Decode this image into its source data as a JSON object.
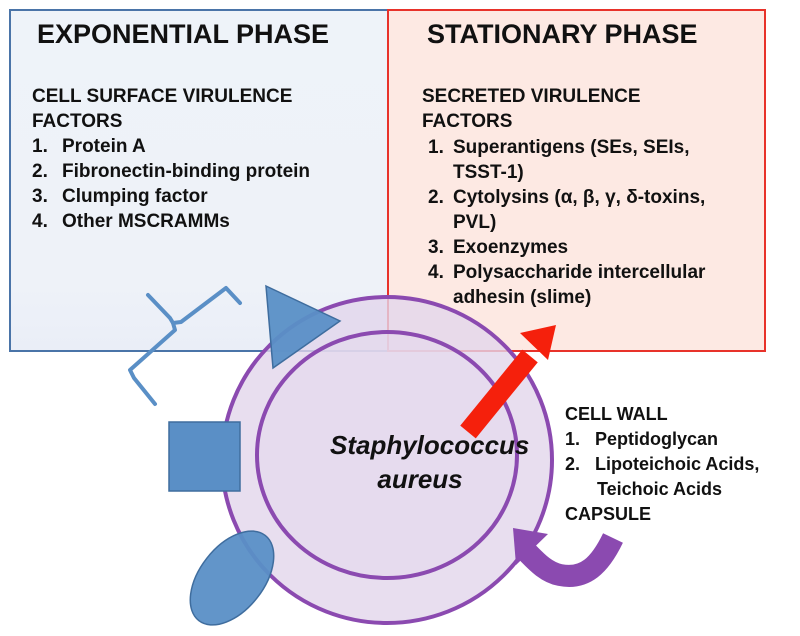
{
  "colors": {
    "exponential_border": "#4a74a8",
    "stationary_border": "#e8322a",
    "cell_membrane": "#8b4ab0",
    "cell_fill": "#e2d6eb",
    "surface_shapes": "#5a8fc6",
    "secreted_arrow": "#f5200c",
    "capsule_arrow": "#8b4ab0"
  },
  "exponential": {
    "title": "EXPONENTIAL PHASE",
    "subtitle_line1": "CELL SURFACE VIRULENCE",
    "subtitle_line2": "FACTORS",
    "items": [
      {
        "num": "1.",
        "text": "Protein A"
      },
      {
        "num": "2.",
        "text": "Fibronectin-binding protein"
      },
      {
        "num": "3.",
        "text": "Clumping factor"
      },
      {
        "num": "4.",
        "text": "Other MSCRAMMs"
      }
    ]
  },
  "stationary": {
    "title": "STATIONARY PHASE",
    "subtitle_line1": "SECRETED VIRULENCE",
    "subtitle_line2": "FACTORS",
    "items": [
      {
        "num": "1.",
        "text": "Superantigens (SEs, SEIs,",
        "cont": "TSST-1)"
      },
      {
        "num": "2.",
        "text": "Cytolysins (α, β, γ, δ-toxins,",
        "cont": "PVL)"
      },
      {
        "num": "3.",
        "text": "Exoenzymes",
        "cont": ""
      },
      {
        "num": "4.",
        "text": "Polysaccharide intercellular",
        "cont": "adhesin (slime)"
      }
    ]
  },
  "organism": {
    "genus": "Staphylococcus",
    "species": "aureus"
  },
  "cell_wall": {
    "title": "CELL WALL",
    "items": [
      {
        "num": "1.",
        "text": "Peptidoglycan",
        "cont": ""
      },
      {
        "num": "2.",
        "text": "Lipoteichoic Acids,",
        "cont": "Teichoic Acids"
      }
    ],
    "capsule_label": "CAPSULE"
  }
}
